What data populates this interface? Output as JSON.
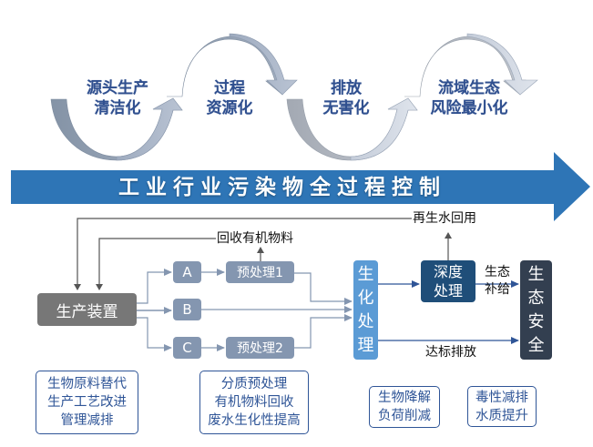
{
  "colors": {
    "banner_blue": "#2e75b6",
    "wave_dark": "#8896a8",
    "wave_light": "#aab7ca",
    "wave_label": "#2f4f8f",
    "production_gray": "#777777",
    "stream_slate": "#8496b0",
    "bio_blue": "#5b9bd5",
    "deep_navy": "#1f4e79",
    "eco_dark": "#333f50",
    "note_border": "#2f5597",
    "line_gray": "#555555",
    "line_slate": "#8496b0",
    "line_navy": "#2f5597"
  },
  "stages": [
    {
      "lines": [
        "源头生产",
        "清洁化"
      ]
    },
    {
      "lines": [
        "过程",
        "资源化"
      ]
    },
    {
      "lines": [
        "排放",
        "无害化"
      ]
    },
    {
      "lines": [
        "流域生态",
        "风险最小化"
      ]
    }
  ],
  "banner": {
    "title": "工业行业污染物全过程控制"
  },
  "flow": {
    "production_unit": "生产装置",
    "streams": {
      "a": "A",
      "b": "B",
      "c": "C"
    },
    "pretreatment_1": "预处理1",
    "pretreatment_2": "预处理2",
    "biochemical": [
      "生",
      "化",
      "处",
      "理"
    ],
    "advanced": [
      "深度",
      "处理"
    ],
    "eco_safety": [
      "生",
      "态",
      "安",
      "全"
    ],
    "labels": {
      "recycled_water": "再生水回用",
      "organic_recovery": "回收有机物料",
      "eco_supply": [
        "生态",
        "补给"
      ],
      "compliant_discharge": "达标排放"
    }
  },
  "notes": [
    {
      "lines": [
        "生物原料替代",
        "生产工艺改进",
        "管理减排"
      ]
    },
    {
      "lines": [
        "分质预处理",
        "有机物料回收",
        "废水生化性提高"
      ]
    },
    {
      "lines": [
        "生物降解",
        "负荷削减"
      ]
    },
    {
      "lines": [
        "毒性减排",
        "水质提升"
      ]
    }
  ]
}
